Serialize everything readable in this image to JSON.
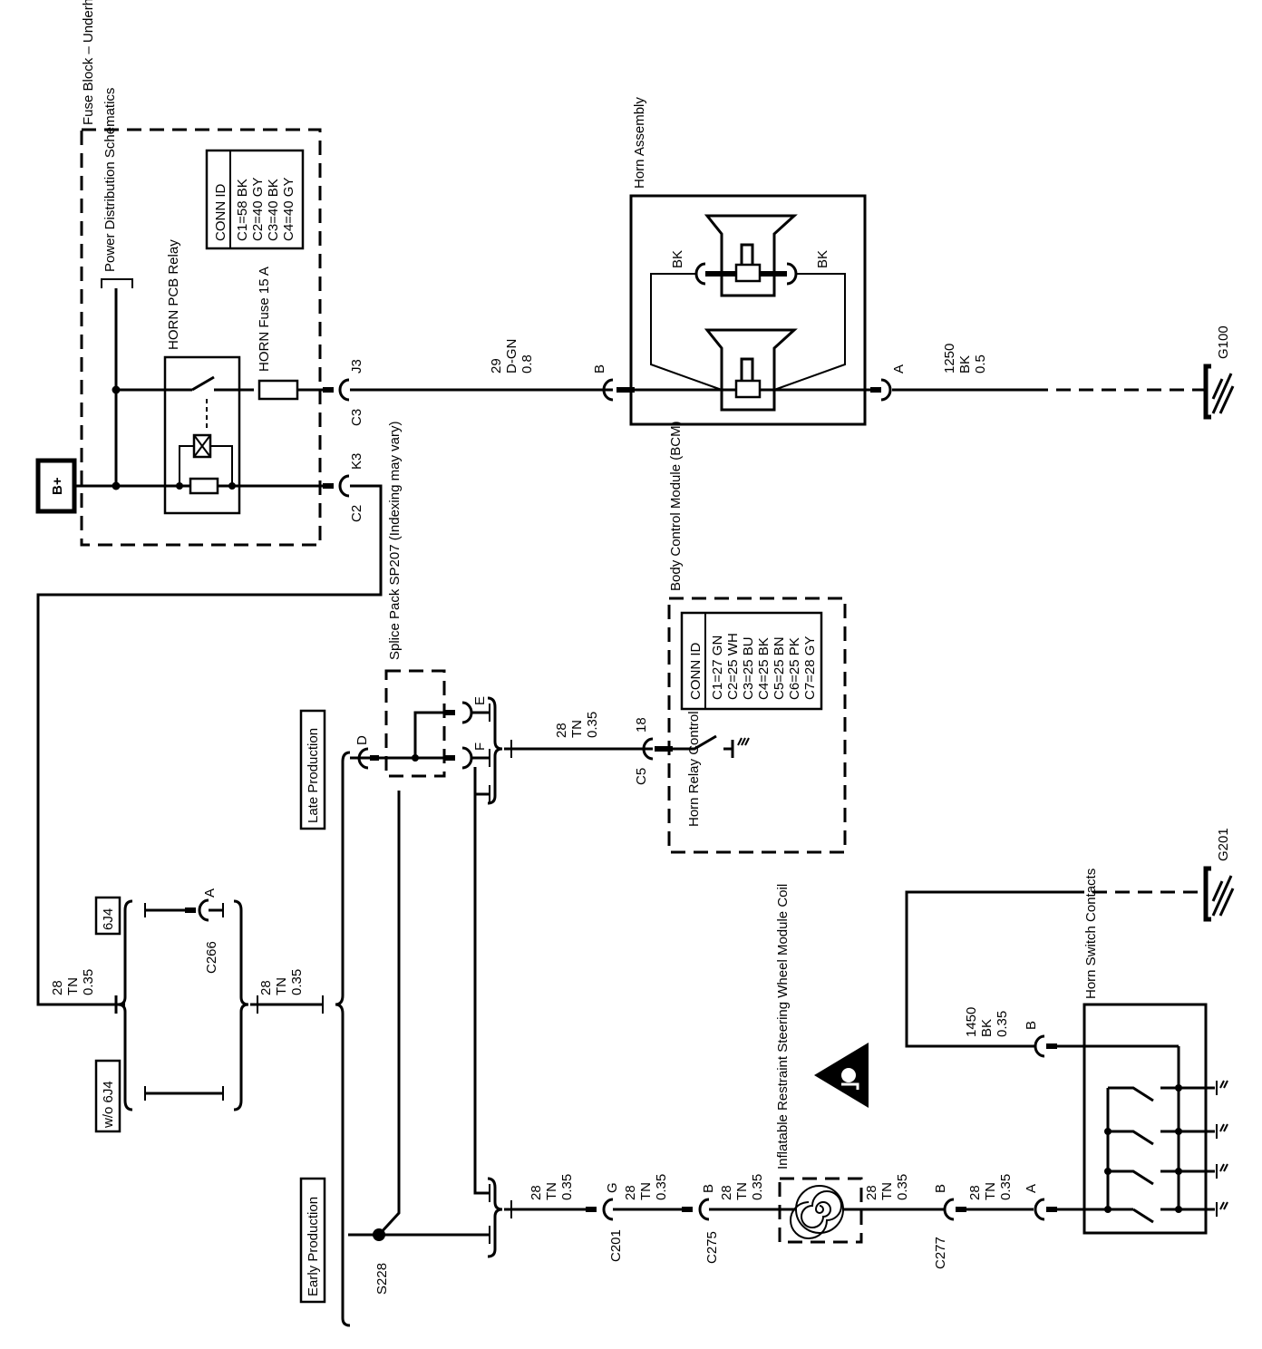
{
  "fuse_block": {
    "label": "Fuse Block – Underhood",
    "power_ref": "Power Distribution Schematics",
    "conn_id": {
      "title": "CONN ID",
      "rows": [
        "C1=58 BK",
        "C2=40 GY",
        "C3=40 BK",
        "C4=40 GY"
      ]
    },
    "relay": "HORN PCB Relay",
    "fuse": "HORN Fuse 15 A",
    "battery": "B+",
    "pins": {
      "j3": "J3",
      "c3": "C3",
      "k3": "K3",
      "c2": "C2"
    }
  },
  "horn": {
    "label": "Horn Assembly",
    "bk_left": "BK",
    "bk_right": "BK",
    "pin_b": "B",
    "pin_a": "A"
  },
  "wire_29": {
    "circuit": "29",
    "color": "D-GN",
    "size": "0.8"
  },
  "wire_1250": {
    "circuit": "1250",
    "color": "BK",
    "size": "0.5"
  },
  "ground_g100": "G100",
  "ground_g201": "G201",
  "splice_pack": {
    "label": "Splice Pack SP207 (Indexing may vary)",
    "pins": {
      "e": "E",
      "f": "F",
      "d": "D"
    }
  },
  "production": {
    "late": "Late Production",
    "early": "Early Production"
  },
  "bcm": {
    "label": "Body Control Module (BCM)",
    "conn_id": {
      "title": "CONN ID",
      "rows": [
        "C1=27 GN",
        "C2=25 WH",
        "C3=25 BU",
        "C4=25 BK",
        "C5=25 BN",
        "C6=25 PK",
        "C7=28 GY"
      ]
    },
    "pin": "18",
    "conn": "C5",
    "control": "Horn Relay Control"
  },
  "options": {
    "with": "6J4",
    "without": "w/o 6J4",
    "c266": "C266",
    "c266_pin": "A"
  },
  "wire_tn": {
    "circuit": "28",
    "color": "TN",
    "size": "0.35"
  },
  "splice_s228": "S228",
  "connectors": {
    "c201": "C201",
    "c201_pin": "G",
    "c275": "C275",
    "c275_pin": "B",
    "c277": "C277",
    "c277_pin": "B",
    "sw_pin": "A"
  },
  "coil": {
    "label": "Inflatable Restraint Steering Wheel Module Coil"
  },
  "horn_switch": {
    "label": "Horn Switch Contacts",
    "pin_b": "B"
  },
  "wire_1450": {
    "circuit": "1450",
    "color": "BK",
    "size": "0.35"
  }
}
